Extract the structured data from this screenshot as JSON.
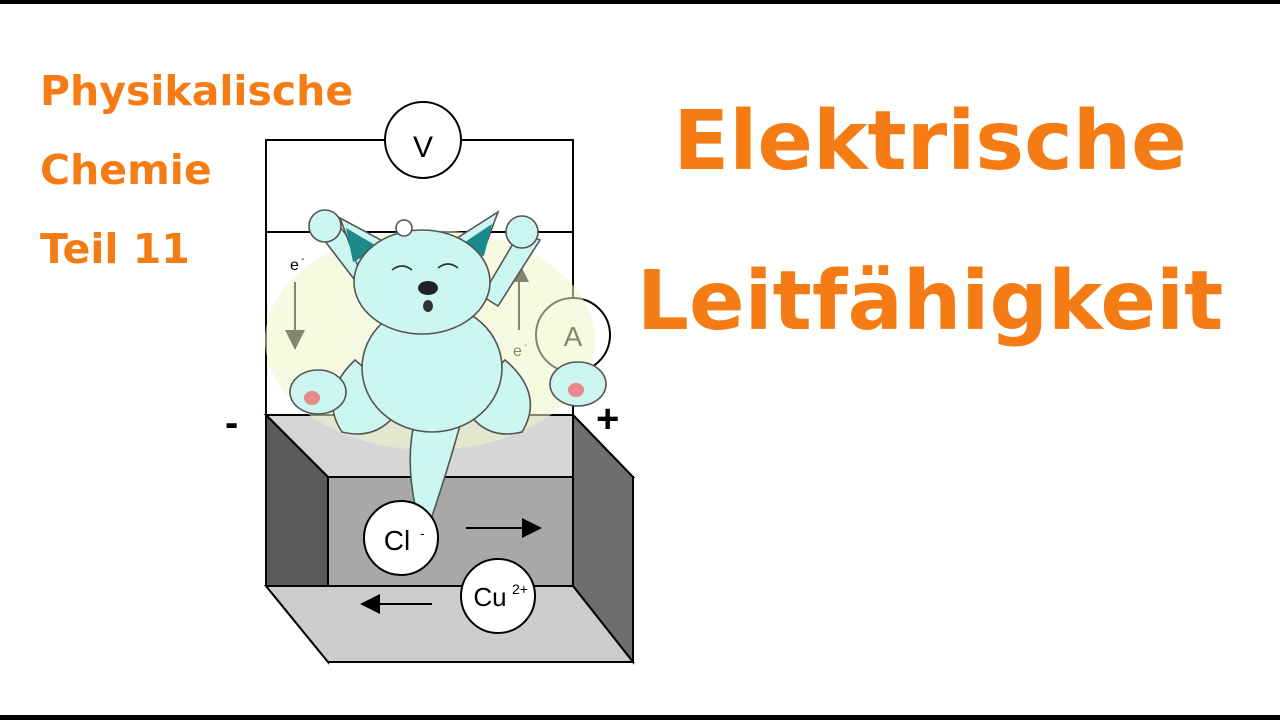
{
  "series": {
    "line1": "Physikalische",
    "line2": "Chemie",
    "line3": "Teil 11"
  },
  "title": {
    "line1": "Elektrische",
    "line2": "Leitfähigkeit"
  },
  "diagram": {
    "voltmeter": "V",
    "ammeter": "A",
    "electron": "e",
    "electron_charge": "-",
    "minus_pole": "-",
    "plus_pole": "+",
    "chloride": "Cl",
    "chloride_charge": "-",
    "copper": "Cu",
    "copper_charge": "2+"
  },
  "colors": {
    "accent": "#f57c14",
    "fox": "#ccf7f1",
    "fox_ear": "#1b8a8a"
  }
}
